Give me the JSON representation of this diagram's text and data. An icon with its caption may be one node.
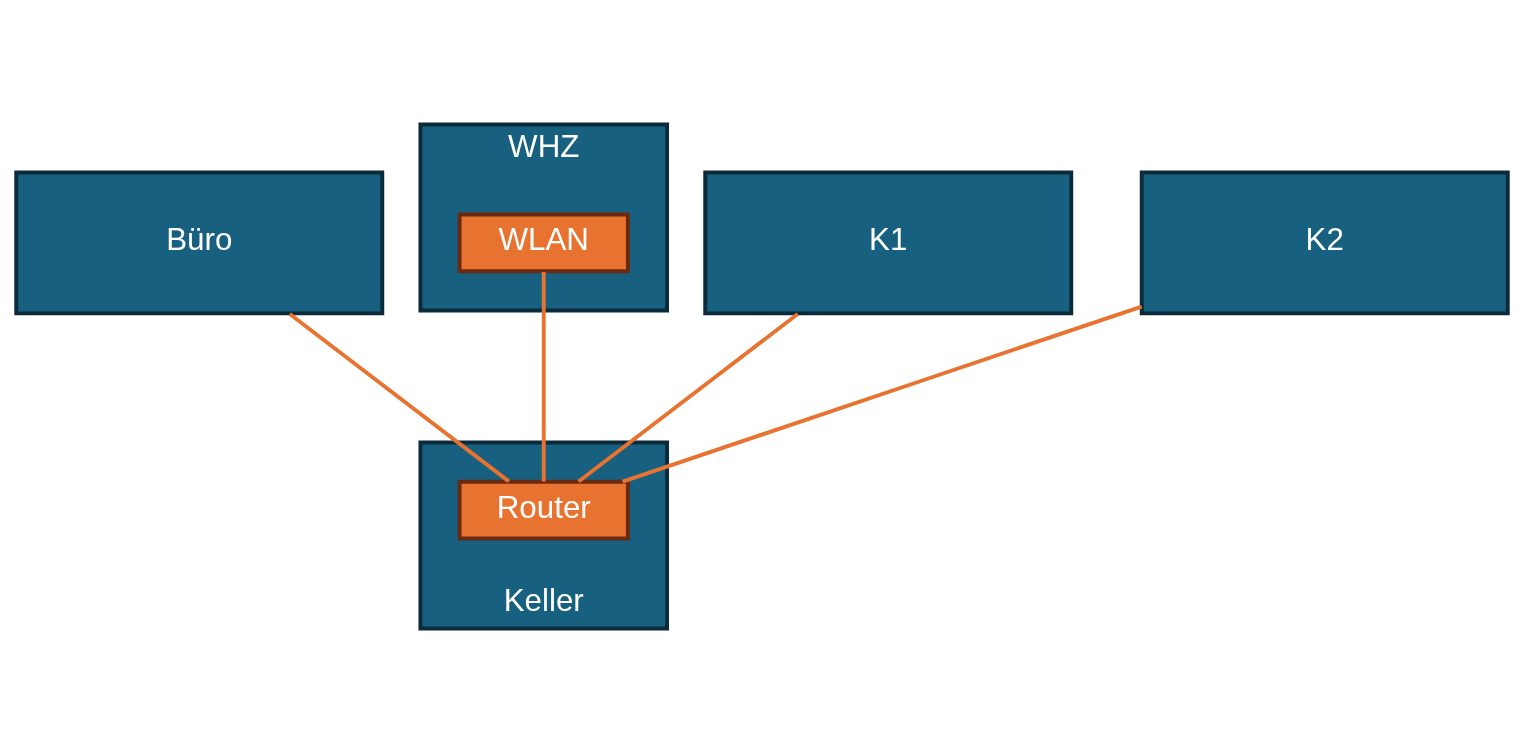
{
  "diagram": {
    "nodes": [
      {
        "text": [
          "Büro"
        ]
      },
      {
        "text": [
          "WHZ"
        ]
      },
      {
        "text": [
          "WLAN"
        ],
        "in": 1
      },
      {
        "text": [
          "K1"
        ]
      },
      {
        "text": [
          "K2"
        ]
      },
      {
        "text": [
          "Keller"
        ]
      },
      {
        "text": [
          "Router"
        ],
        "in": 5
      }
    ],
    "edges": [
      {
        "from": 0,
        "to": 6,
        "arrow": "none"
      },
      {
        "from": 2,
        "to": 6,
        "arrow": "none"
      },
      {
        "from": 3,
        "to": 6,
        "arrow": "none"
      },
      {
        "from": 4,
        "to": 6,
        "arrow": "none"
      }
    ]
  }
}
